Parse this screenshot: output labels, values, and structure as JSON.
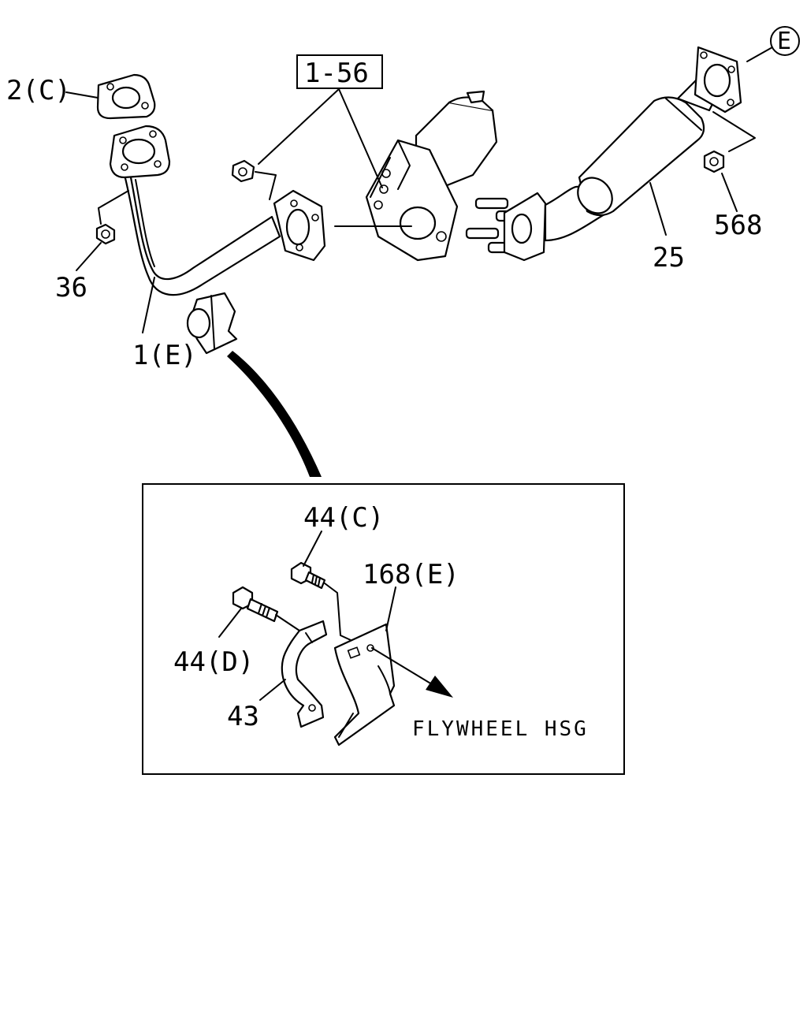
{
  "labels": {
    "gasket": "2(C)",
    "front_pipe": "1(E)",
    "nut_front": "36",
    "converter_group": "1-56",
    "nut_rear": "568",
    "rear_pipe": "25",
    "connector_ref": "E",
    "bolt_upper": "44(C)",
    "bolt_lower": "44(D)",
    "clamp": "43",
    "bracket": "168(E)"
  },
  "note": "FLYWHEEL HSG"
}
